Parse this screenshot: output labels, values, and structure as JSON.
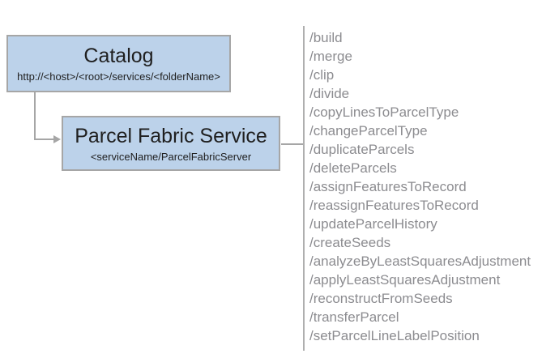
{
  "diagram": {
    "catalog": {
      "title": "Catalog",
      "url": "http://<host>/<root>/services/<folderName>"
    },
    "service": {
      "title": "Parcel Fabric Service",
      "subtitle": "<serviceName/ParcelFabricServer"
    },
    "endpoints": [
      "/build",
      "/merge",
      "/clip",
      "/divide",
      "/copyLinesToParcelType",
      "/changeParcelType",
      "/duplicateParcels",
      "/deleteParcels",
      "/assignFeaturesToRecord",
      "/reassignFeaturesToRecord",
      "/updateParcelHistory",
      "/createSeeds",
      "/analyzeByLeastSquaresAdjustment",
      "/applyLeastSquaresAdjustment",
      "/reconstructFromSeeds",
      "/transferParcel",
      "/setParcelLineLabelPosition"
    ],
    "colors": {
      "box_fill": "#BCD2EA",
      "box_border": "#A6A6A6",
      "connector": "#A6A6A6",
      "divider": "#9B9B9B",
      "endpoint_text": "#8C8C90",
      "title_text": "#1F1F1F"
    }
  }
}
